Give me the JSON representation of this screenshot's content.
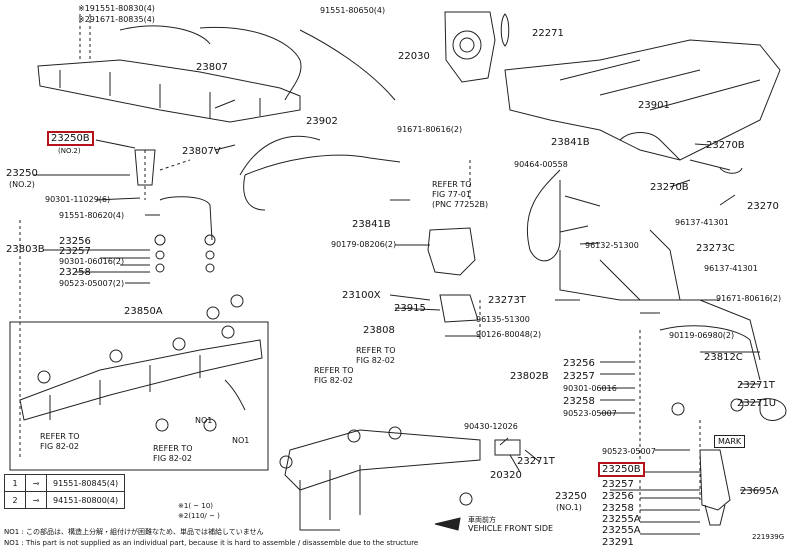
{
  "diagram_id": "221939G",
  "parts": {
    "p23807": "23807",
    "p23807v": "23807V",
    "p23250b_a": "23250B",
    "p23250b_a_sub": "(NO.2)",
    "p23250_a": "23250",
    "p23250_a_sub": "(NO.2)",
    "p90301": "90301-11029(6)",
    "p91551a": "91551-80620(4)",
    "p23803b_a": "23803B",
    "p23256_a": "23256",
    "p23257_a": "23257",
    "p90301b": "90301-06016(2)",
    "p23258_a": "23258",
    "p90523a": "90523-05007(2)",
    "p23850a": "23850A",
    "p91551_top1": "※191551-80830(4)",
    "p91671_top2": "※291671-80835(4)",
    "p91551c": "91551-80650(4)",
    "p22030": "22030",
    "p22271": "22271",
    "p23902": "23902",
    "p91671a": "91671-80616(2)",
    "p23841b_a": "23841B",
    "p90179": "90179-08206(2)",
    "p23100x": "23100X",
    "p23915": "23915",
    "p90126": "90126-80048(2)",
    "p96135": "96135-51300",
    "p23808": "23808",
    "p23901": "23901",
    "p23841b_b": "23841B",
    "p90464": "90464-00558",
    "p23270b_a": "23270B",
    "p23270b_b": "23270B",
    "p23270": "23270",
    "p96137a": "96137-41301",
    "p96132": "96132-51300",
    "p23273c": "23273C",
    "p96137b": "96137-41301",
    "p23273t": "23273T",
    "p91671b": "91671-80616(2)",
    "p90119": "90119-06980(2)",
    "p23812c": "23812C",
    "p23256_b": "23256",
    "p23802b": "23802B",
    "p23257_b": "23257",
    "p90301c": "90301-06016",
    "p23258_b": "23258",
    "p90523b": "90523-05007",
    "p23271t": "23271T",
    "p23271u": "23271U",
    "p90430": "90430-12026",
    "p20320": "20320",
    "p23271t_b": "23271T",
    "p90523c": "90523-05007",
    "p23250b_b": "23250B",
    "p23257_c": "23257",
    "p23250_b": "23250",
    "p23250_b_sub": "(NO.1)",
    "p23256_c": "23256",
    "p23258_c": "23258",
    "p23255a_1": "23255A",
    "p23255a_2": "23255A",
    "p23291": "23291",
    "p23695a": "23695A",
    "mark": "MARK",
    "no1_a": "NO1",
    "no1_b": "NO1"
  },
  "refs": {
    "fig7701_a": "REFER TO",
    "fig7701_b": "FIG 77-01",
    "fig7701_c": "(PNC 77252B)",
    "fig8202_a1": "REFER TO",
    "fig8202_a2": "FIG 82-02",
    "fig8202_b1": "REFER TO",
    "fig8202_b2": "FIG 82-02",
    "fig8202_c1": "REFER TO",
    "fig8202_c2": "FIG 82-02",
    "fig8202_d1": "REFER TO",
    "fig8202_d2": "FIG 82-02"
  },
  "legend": {
    "row1_num": "1",
    "row1_text": "91551-80845(4)",
    "row2_num": "2",
    "row2_text": "94151-80800(4)"
  },
  "footnotes": {
    "star_1": "※1(      ~      10)",
    "star_2": "※2(110/      ~      )",
    "jp": "NO1 : この部品は、構造上分解・組付けが困難なため、単品では補給していません",
    "en": "NO1 : This part is not supplied as an individual part, because it is hard to assemble / disassemble due to the structure"
  },
  "vehicle_front": "VEHICLE FRONT SIDE",
  "vehicle_front_jp": "車両前方"
}
